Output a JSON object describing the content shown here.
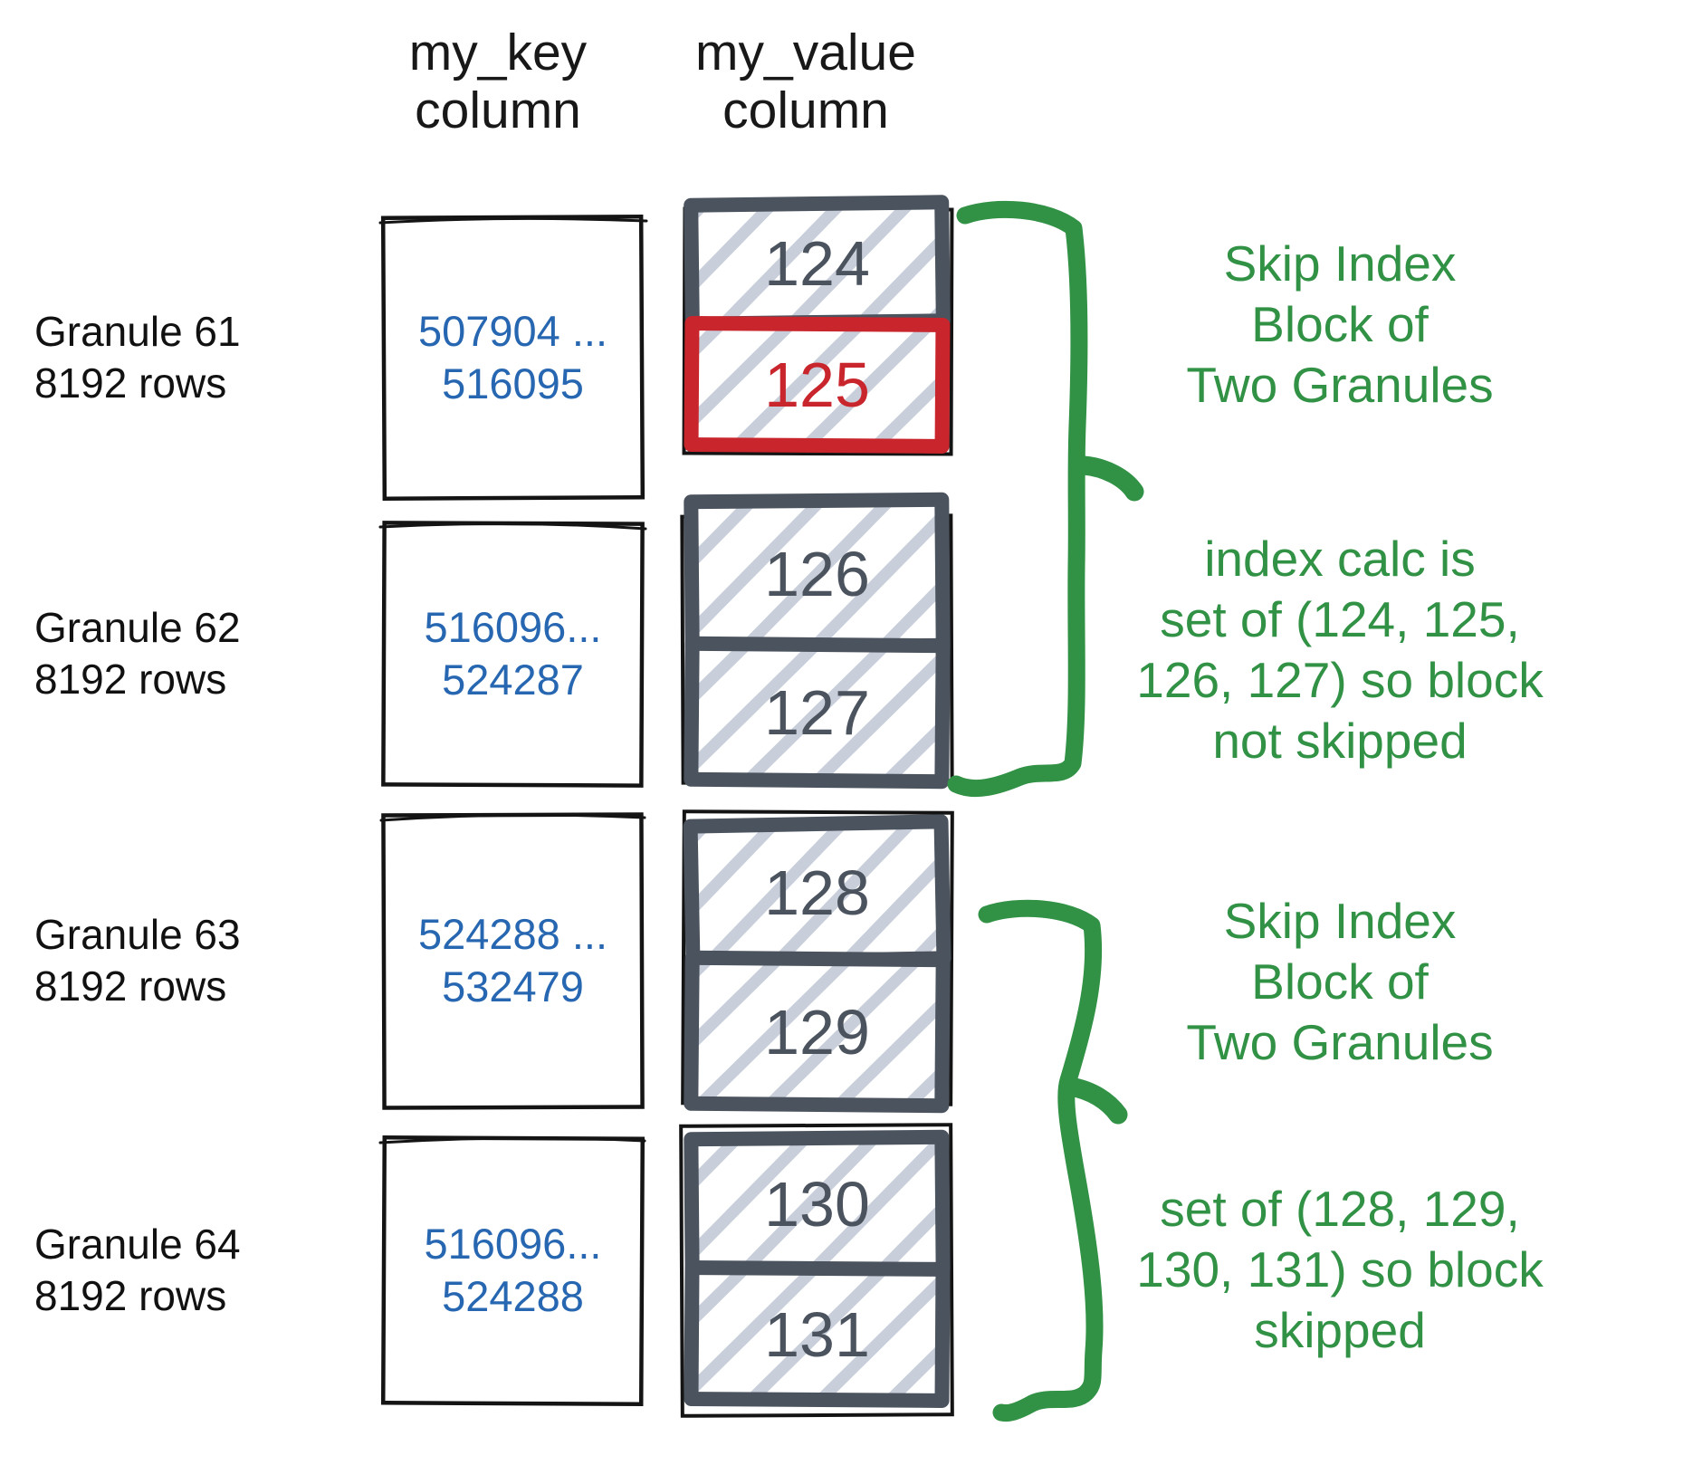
{
  "headers": {
    "key": {
      "line1": "my_key",
      "line2": "column"
    },
    "value": {
      "line1": "my_value",
      "line2": "column"
    }
  },
  "granules": [
    {
      "name": "Granule 61",
      "rows": "8192 rows",
      "key_from": "507904 ...",
      "key_to": "516095",
      "blocks": [
        {
          "value": "124",
          "highlight": false
        },
        {
          "value": "125",
          "highlight": true
        }
      ]
    },
    {
      "name": "Granule 62",
      "rows": "8192 rows",
      "key_from": "516096...",
      "key_to": "524287",
      "blocks": [
        {
          "value": "126",
          "highlight": false
        },
        {
          "value": "127",
          "highlight": false
        }
      ]
    },
    {
      "name": "Granule 63",
      "rows": "8192 rows",
      "key_from": "524288 ...",
      "key_to": "532479",
      "blocks": [
        {
          "value": "128",
          "highlight": false
        },
        {
          "value": "129",
          "highlight": false
        }
      ]
    },
    {
      "name": "Granule 64",
      "rows": "8192 rows",
      "key_from": "516096...",
      "key_to": "524288",
      "blocks": [
        {
          "value": "130",
          "highlight": false
        },
        {
          "value": "131",
          "highlight": false
        }
      ]
    }
  ],
  "annotations": [
    {
      "lines": [
        "Skip Index",
        "Block of",
        "Two Granules"
      ]
    },
    {
      "lines": [
        "index calc is",
        "set of (124, 125,",
        "126, 127) so block",
        "not skipped"
      ]
    },
    {
      "lines": [
        "Skip Index",
        "Block of",
        "Two Granules"
      ]
    },
    {
      "lines": [
        "set of (128, 129,",
        "130, 131) so block",
        "skipped"
      ]
    }
  ],
  "colors": {
    "key_text_blue": "#2767b1",
    "block_border_slate": "#4b535e",
    "block_number_slate": "#4b535e",
    "hatch_gray": "#c8cfda",
    "highlight_red": "#c9252c",
    "annotation_green": "#319145",
    "sketch_black": "#141414"
  }
}
